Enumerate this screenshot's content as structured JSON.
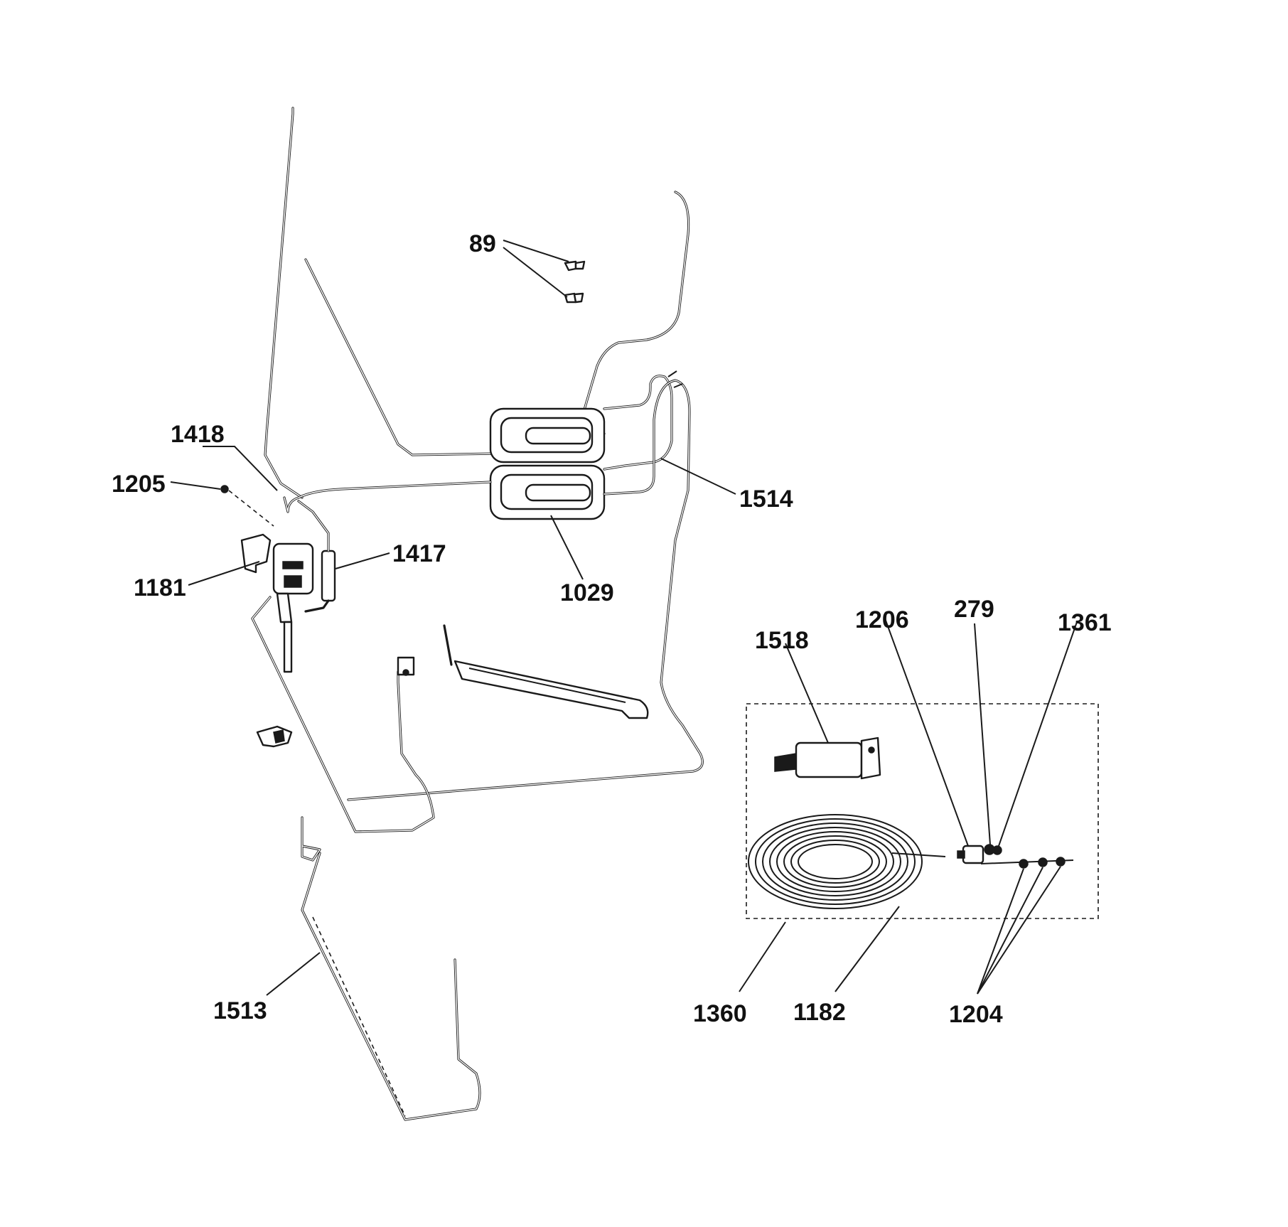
{
  "callouts": {
    "c89": "89",
    "c1418": "1418",
    "c1205": "1205",
    "c1514": "1514",
    "c1417": "1417",
    "c1181": "1181",
    "c1029": "1029",
    "c1206": "1206",
    "c279": "279",
    "c1361": "1361",
    "c1518": "1518",
    "c1513": "1513",
    "c1360": "1360",
    "c1182": "1182",
    "c1204": "1204"
  }
}
